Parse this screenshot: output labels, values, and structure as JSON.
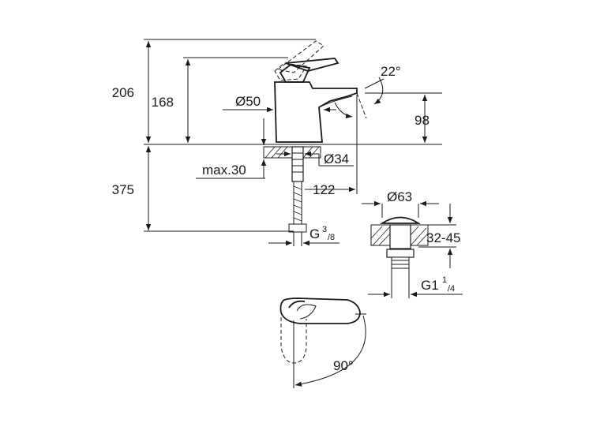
{
  "dimensions": {
    "total_height": "206",
    "spout_height": "168",
    "body_diameter": "Ø50",
    "angle_spout": "22°",
    "outlet_height": "98",
    "hole_diameter": "Ø34",
    "max_deck": "max.30",
    "hose_length": "375",
    "projection": "122",
    "connection_g": "G",
    "connection_sup": "3",
    "connection_sub": "/8",
    "waste_diameter": "Ø63",
    "waste_range": "32-45",
    "waste_thread": "G1",
    "waste_sup": "1",
    "waste_sub": "/4",
    "handle_angle": "90°"
  }
}
